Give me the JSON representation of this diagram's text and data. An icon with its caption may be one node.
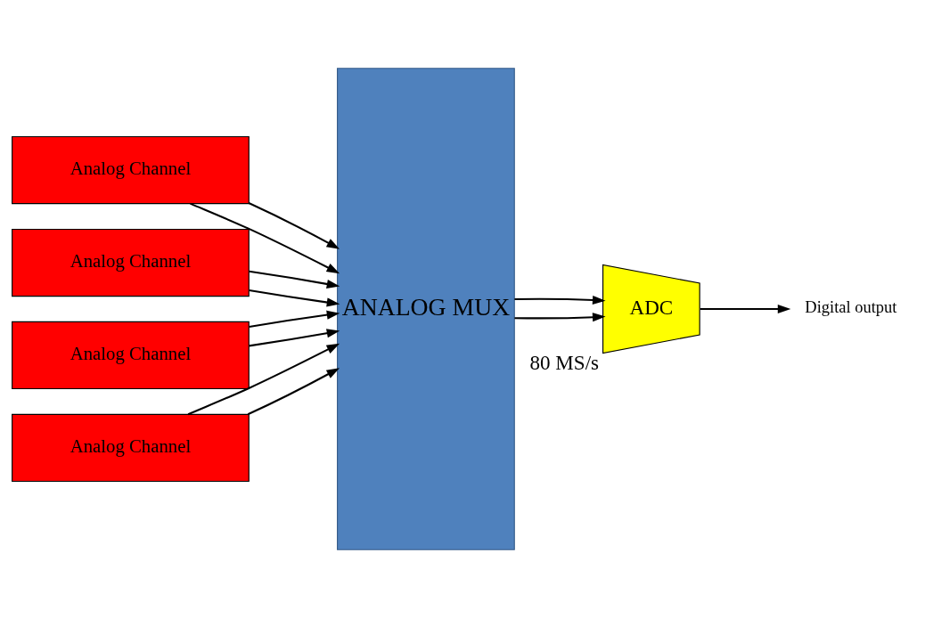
{
  "diagram": {
    "nodes": [
      {
        "text": [
          "Analog Channel"
        ]
      },
      {
        "text": [
          "Analog Channel"
        ]
      },
      {
        "text": [
          "Analog Channel"
        ]
      },
      {
        "text": [
          "Analog Channel"
        ]
      },
      {
        "text": [
          "ANALOG MUX"
        ]
      },
      {
        "text": [
          "ADC"
        ],
        "beside": [
          "80 MS/s"
        ]
      },
      {
        "text": [
          "Digital output"
        ]
      }
    ],
    "edges": [
      {
        "from": 0,
        "to": 4,
        "arrow": "to"
      },
      {
        "from": 0,
        "to": 4,
        "arrow": "to"
      },
      {
        "from": 1,
        "to": 4,
        "arrow": "to"
      },
      {
        "from": 1,
        "to": 4,
        "arrow": "to"
      },
      {
        "from": 2,
        "to": 4,
        "arrow": "to"
      },
      {
        "from": 2,
        "to": 4,
        "arrow": "to"
      },
      {
        "from": 3,
        "to": 4,
        "arrow": "to"
      },
      {
        "from": 3,
        "to": 4,
        "arrow": "to"
      },
      {
        "from": 4,
        "to": 5,
        "arrow": "to"
      },
      {
        "from": 4,
        "to": 5,
        "arrow": "to"
      },
      {
        "from": 5,
        "to": 6,
        "arrow": "to"
      }
    ]
  }
}
